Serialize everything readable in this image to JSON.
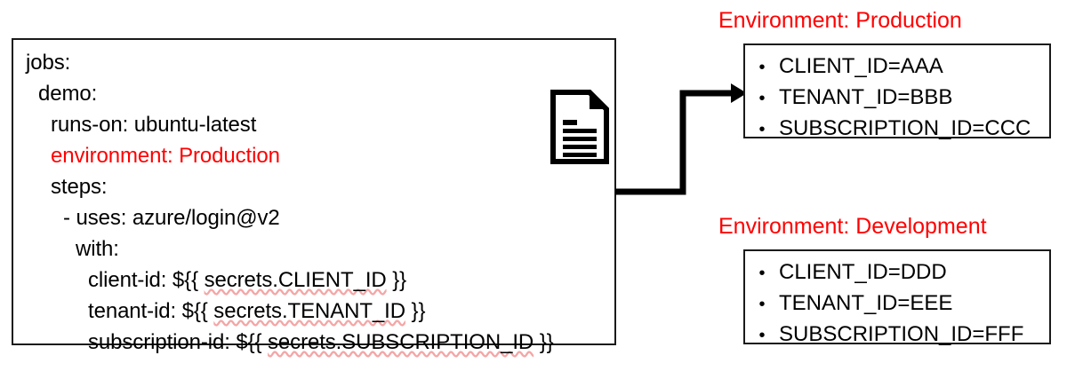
{
  "diagram": {
    "code_block": {
      "icon": "document-icon",
      "lines": [
        {
          "indent": 0,
          "text": "jobs:",
          "color": "black",
          "squiggle": false
        },
        {
          "indent": 1,
          "text": "demo:",
          "color": "black",
          "squiggle": false
        },
        {
          "indent": 2,
          "text": "runs-on: ubuntu-latest",
          "color": "black",
          "squiggle": false
        },
        {
          "indent": 2,
          "text": "environment: Production",
          "color": "red",
          "squiggle": false
        },
        {
          "indent": 2,
          "text": "steps:",
          "color": "black",
          "squiggle": false
        },
        {
          "indent": 3,
          "text": "- uses: azure/login@v2",
          "color": "black",
          "squiggle": false
        },
        {
          "indent": 4,
          "text": "with:",
          "color": "black",
          "squiggle": false
        },
        {
          "indent": 5,
          "prefix": "client-id: ${{ ",
          "squiggle_text": "secrets.CLIENT_ID",
          "suffix": " }}",
          "color": "black",
          "squiggle": true
        },
        {
          "indent": 5,
          "prefix": "tenant-id: ${{ ",
          "squiggle_text": "secrets.TENANT_ID",
          "suffix": " }}",
          "color": "black",
          "squiggle": true
        },
        {
          "indent": 5,
          "prefix": "subscription-id: ${{ ",
          "squiggle_text": "secrets.SUBSCRIPTION_ID",
          "suffix": " }}",
          "color": "black",
          "squiggle": true
        }
      ]
    },
    "connector": {
      "name": "elbow-arrow-to-production",
      "from": "code-block",
      "to": "production-secrets-box"
    },
    "environments": [
      {
        "id": "production",
        "title": "Environment: Production",
        "secrets": [
          {
            "bullet": "•",
            "text": "CLIENT_ID=AAA"
          },
          {
            "bullet": "•",
            "text": "TENANT_ID=BBB"
          },
          {
            "bullet": "•",
            "text": "SUBSCRIPTION_ID=CCC"
          }
        ]
      },
      {
        "id": "development",
        "title": "Environment: Development",
        "secrets": [
          {
            "bullet": "•",
            "text": "CLIENT_ID=DDD"
          },
          {
            "bullet": "•",
            "text": "TENANT_ID=EEE"
          },
          {
            "bullet": "•",
            "text": "SUBSCRIPTION_ID=FFF"
          }
        ]
      }
    ],
    "colors": {
      "accent_red": "#ff0000",
      "outline": "#1a1a1a",
      "background": "#ffffff",
      "spellcheck_underline": "#f4a6a6"
    }
  }
}
